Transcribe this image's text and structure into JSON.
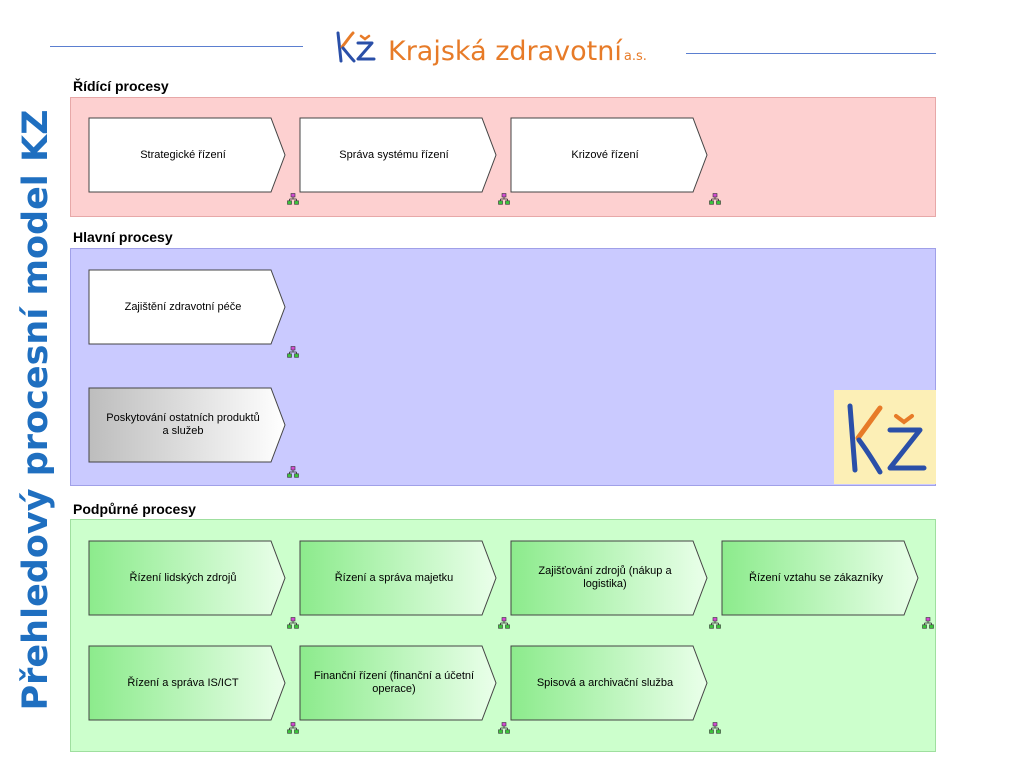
{
  "side_title": "Přehledový procesní model KZ",
  "header": {
    "company_name": "Krajská zdravotní",
    "company_suffix": "a.s."
  },
  "sections": {
    "ridici": {
      "title": "Řídící procesy",
      "processes": [
        "Strategické řízení",
        "Správa systému řízení",
        "Krizové řízení"
      ]
    },
    "hlavni": {
      "title": "Hlavní procesy",
      "processes": [
        "Zajištění zdravotní péče",
        "Poskytování ostatních produktů a služeb"
      ]
    },
    "podpurne": {
      "title": "Podpůrné procesy",
      "processes": [
        "Řízení lidských zdrojů",
        "Řízení a správa majetku",
        "Zajišťování zdrojů (nákup a logistika)",
        "Řízení vztahu se zákazníky",
        "Řízení a správa IS/ICT",
        "Finanční řízení (finanční a účetní operace)",
        "Spisová a archivační služba"
      ]
    }
  },
  "colors": {
    "title_blue": "#1f6fc0",
    "logo_orange": "#e77b28",
    "ridici_band": "#fdd0d0",
    "hlavni_band": "#cacaff",
    "podpurne_band": "#ccffcc",
    "podpurne_process": "#a6f2a6"
  },
  "icons": {
    "subprocess": "subprocess-hierarchy-icon",
    "logo": "kz-logo-icon"
  }
}
